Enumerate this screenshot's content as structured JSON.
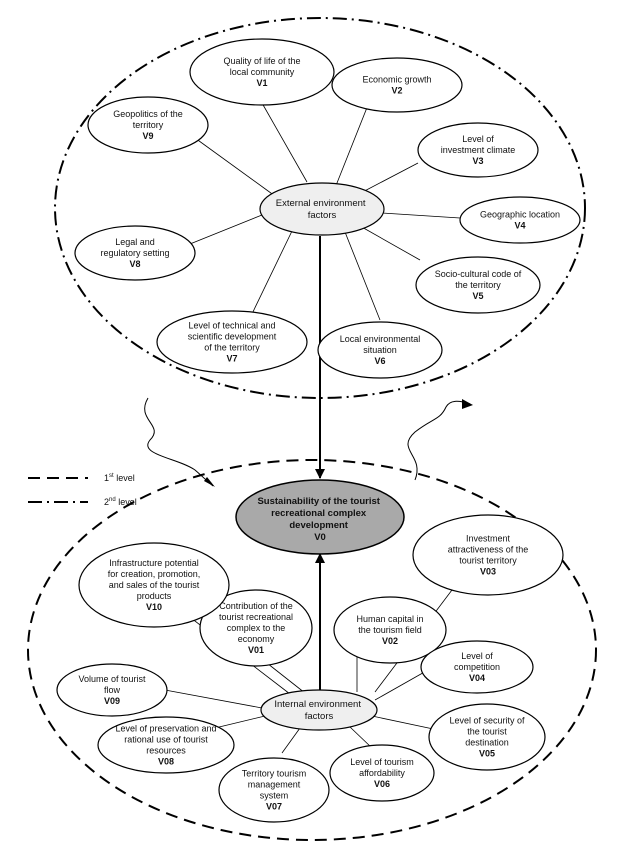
{
  "hub_external": {
    "lines": [
      "External environment",
      "factors"
    ]
  },
  "hub_internal": {
    "lines": [
      "Internal environment",
      "factors"
    ]
  },
  "goal": {
    "lines": [
      "Sustainability of the tourist",
      "recreational complex",
      "development"
    ],
    "code": "V0"
  },
  "external_factors": [
    {
      "code": "V1",
      "lines": [
        "Quality of life of the",
        "local community"
      ]
    },
    {
      "code": "V2",
      "lines": [
        "Economic growth"
      ]
    },
    {
      "code": "V3",
      "lines": [
        "Level of",
        "investment climate"
      ]
    },
    {
      "code": "V4",
      "lines": [
        "Geographic location"
      ]
    },
    {
      "code": "V5",
      "lines": [
        "Socio-cultural code of",
        "the territory"
      ]
    },
    {
      "code": "V6",
      "lines": [
        "Local environmental",
        "situation"
      ]
    },
    {
      "code": "V7",
      "lines": [
        "Level of technical and",
        "scientific development",
        "of the territory"
      ]
    },
    {
      "code": "V8",
      "lines": [
        "Legal and",
        "regulatory setting"
      ]
    },
    {
      "code": "V9",
      "lines": [
        "Geopolitics of the",
        "territory"
      ]
    }
  ],
  "internal_factors": [
    {
      "code": "V01",
      "lines": [
        "Contribution of the",
        "tourist recreational",
        "complex to the",
        "economy"
      ]
    },
    {
      "code": "V02",
      "lines": [
        "Human capital in",
        "the tourism field"
      ]
    },
    {
      "code": "V03",
      "lines": [
        "Investment",
        "attractiveness of the",
        "tourist territory"
      ]
    },
    {
      "code": "V04",
      "lines": [
        "Level of",
        "competition"
      ]
    },
    {
      "code": "V05",
      "lines": [
        "Level of security of",
        "the tourist",
        "destination"
      ]
    },
    {
      "code": "V06",
      "lines": [
        "Level of tourism",
        "affordability"
      ]
    },
    {
      "code": "V07",
      "lines": [
        "Territory tourism",
        "management",
        "system"
      ]
    },
    {
      "code": "V08",
      "lines": [
        "Level of preservation and",
        "rational use of tourist",
        "resources"
      ]
    },
    {
      "code": "V09",
      "lines": [
        "Volume of tourist",
        "flow"
      ]
    },
    {
      "code": "V10",
      "lines": [
        "Infrastructure potential",
        "for creation, promotion,",
        "and sales of the tourist",
        "products"
      ]
    }
  ],
  "legend": [
    {
      "label": "1",
      "sup": "st",
      "suffix": " level"
    },
    {
      "label": "2",
      "sup": "nd",
      "suffix": " level"
    }
  ]
}
